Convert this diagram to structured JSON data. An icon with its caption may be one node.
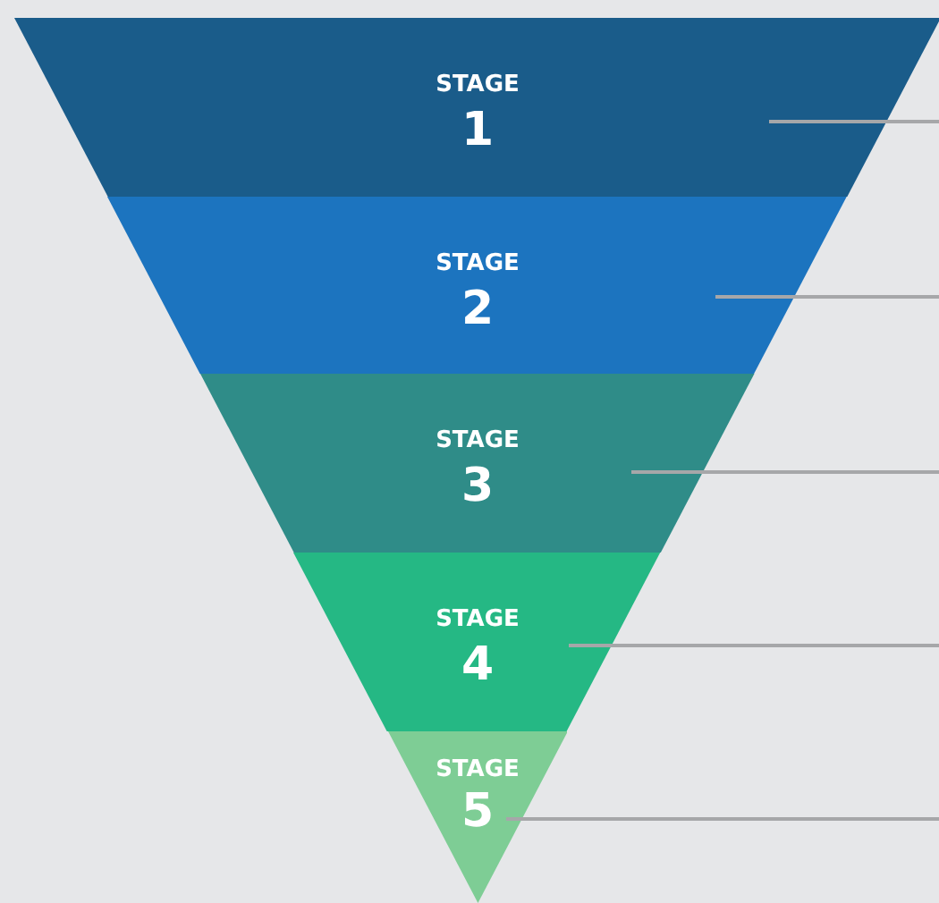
{
  "diagram": {
    "nodes": [
      {
        "text": [
          "STAGE",
          "1"
        ]
      },
      {
        "text": [
          "STAGE",
          "2"
        ]
      },
      {
        "text": [
          "STAGE",
          "3"
        ]
      },
      {
        "text": [
          "STAGE",
          "4"
        ]
      },
      {
        "text": [
          "STAGE",
          "5"
        ]
      }
    ],
    "edges": [
      {
        "from": 0,
        "to": null,
        "arrow": "none"
      },
      {
        "from": 1,
        "to": null,
        "arrow": "none"
      },
      {
        "from": 2,
        "to": null,
        "arrow": "none"
      },
      {
        "from": 3,
        "to": null,
        "arrow": "none"
      },
      {
        "from": 4,
        "to": null,
        "arrow": "none"
      }
    ]
  }
}
